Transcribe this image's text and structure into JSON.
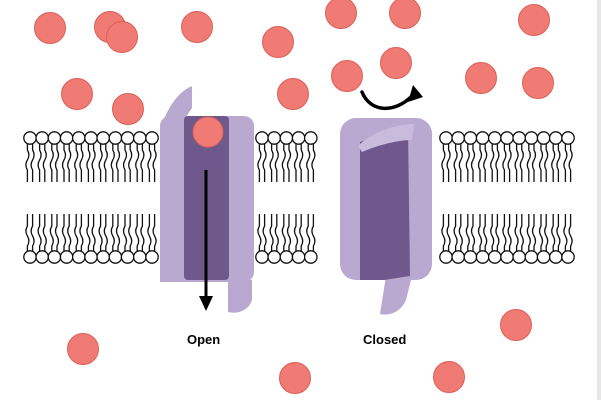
{
  "labels": {
    "open": "Open",
    "closed": "Closed"
  },
  "colors": {
    "ion_fill": "#f07b74",
    "ion_stroke": "#dc5f58",
    "channel_outer": "#b9a9d1",
    "channel_inner": "#6f588c",
    "lipid_stroke": "#111111",
    "lipid_head_fill": "#ffffff",
    "arrow": "#000000"
  },
  "channels": [
    {
      "name": "open-channel",
      "state": "open",
      "label_key": "open"
    },
    {
      "name": "closed-channel",
      "state": "closed",
      "label_key": "closed"
    }
  ]
}
